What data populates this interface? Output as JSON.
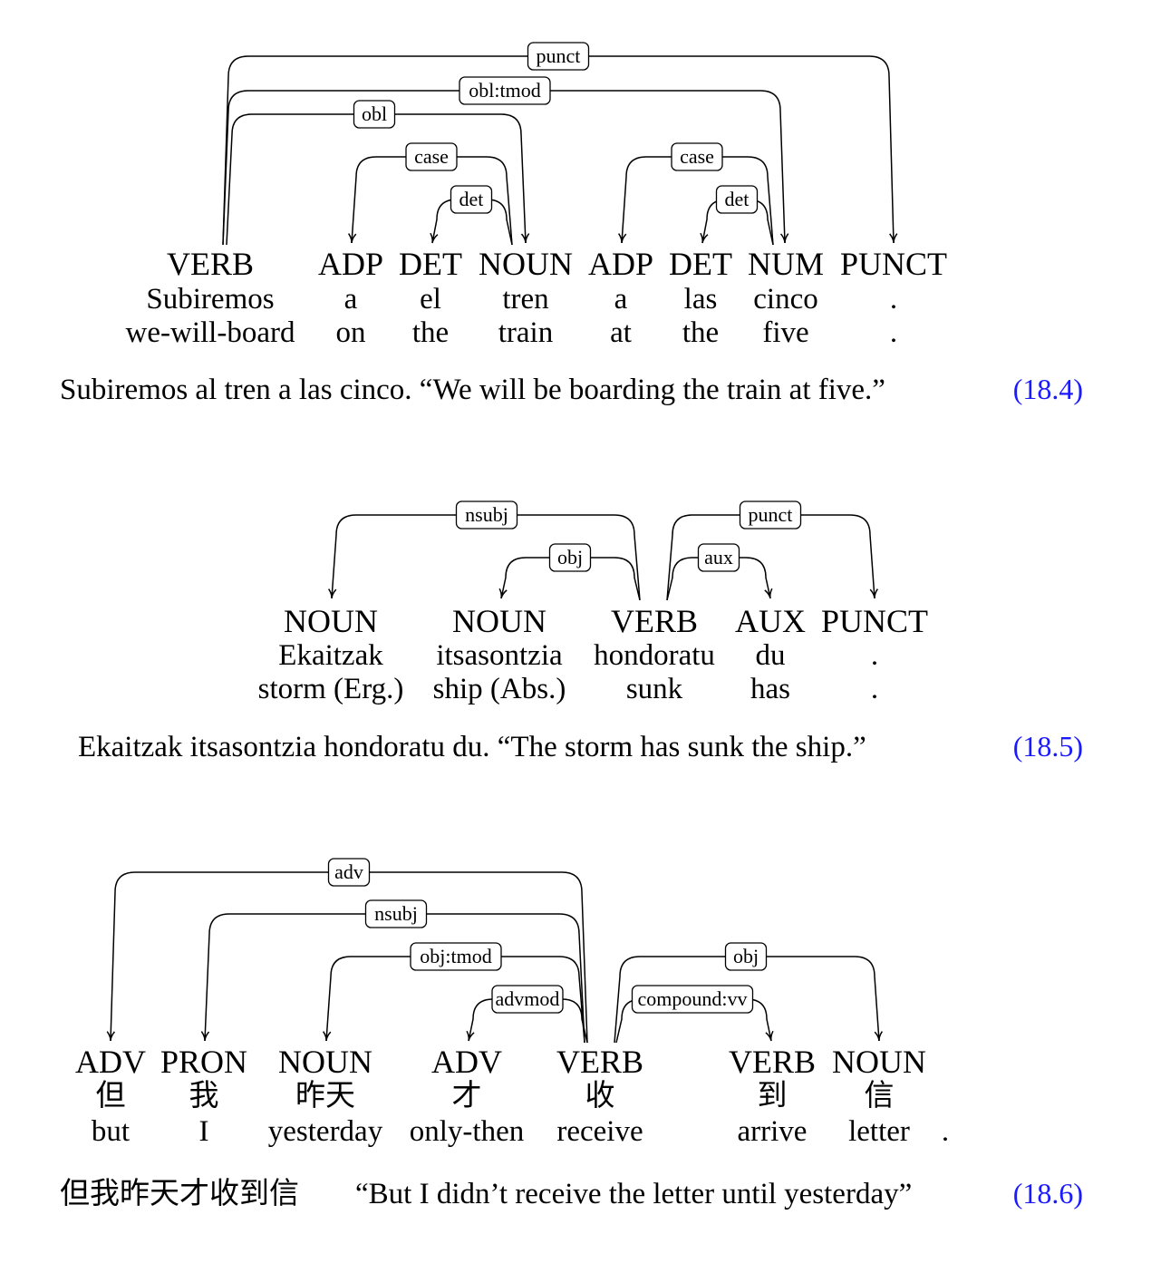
{
  "colors": {
    "text": "#000000",
    "example_number": "#1a1aff"
  },
  "examples": [
    {
      "number": "(18.4)",
      "translation": "Subiremos al tren a las cinco. “We will be boarding the train at five.”",
      "tokens": [
        {
          "pos": "VERB",
          "word": "Subiremos",
          "gloss": "we-will-board"
        },
        {
          "pos": "ADP",
          "word": "a",
          "gloss": "on"
        },
        {
          "pos": "DET",
          "word": "el",
          "gloss": "the"
        },
        {
          "pos": "NOUN",
          "word": "tren",
          "gloss": "train"
        },
        {
          "pos": "ADP",
          "word": "a",
          "gloss": "at"
        },
        {
          "pos": "DET",
          "word": "las",
          "gloss": "the"
        },
        {
          "pos": "NUM",
          "word": "cinco",
          "gloss": "five"
        },
        {
          "pos": "PUNCT",
          "word": ".",
          "gloss": "."
        }
      ],
      "arcs": [
        {
          "label": "punct",
          "head": 0,
          "dep": 7
        },
        {
          "label": "obl:tmod",
          "head": 0,
          "dep": 6
        },
        {
          "label": "obl",
          "head": 0,
          "dep": 3
        },
        {
          "label": "case",
          "head": 3,
          "dep": 1
        },
        {
          "label": "det",
          "head": 3,
          "dep": 2
        },
        {
          "label": "case",
          "head": 6,
          "dep": 4
        },
        {
          "label": "det",
          "head": 6,
          "dep": 5
        }
      ]
    },
    {
      "number": "(18.5)",
      "translation": "Ekaitzak itsasontzia hondoratu du. “The storm has sunk the ship.”",
      "tokens": [
        {
          "pos": "NOUN",
          "word": "Ekaitzak",
          "gloss": "storm (Erg.)"
        },
        {
          "pos": "NOUN",
          "word": "itsasontzia",
          "gloss": "ship (Abs.)"
        },
        {
          "pos": "VERB",
          "word": "hondoratu",
          "gloss": "sunk"
        },
        {
          "pos": "AUX",
          "word": "du",
          "gloss": "has"
        },
        {
          "pos": "PUNCT",
          "word": ".",
          "gloss": "."
        }
      ],
      "arcs": [
        {
          "label": "nsubj",
          "head": 2,
          "dep": 0
        },
        {
          "label": "obj",
          "head": 2,
          "dep": 1
        },
        {
          "label": "punct",
          "head": 2,
          "dep": 4
        },
        {
          "label": "aux",
          "head": 2,
          "dep": 3
        }
      ]
    },
    {
      "number": "(18.6)",
      "translation_native": "但我昨天才收到信",
      "translation": "“But I didn’t receive the letter until yesterday”",
      "tokens": [
        {
          "pos": "ADV",
          "word": "但",
          "gloss": "but"
        },
        {
          "pos": "PRON",
          "word": "我",
          "gloss": "I"
        },
        {
          "pos": "NOUN",
          "word": "昨天",
          "gloss": "yesterday"
        },
        {
          "pos": "ADV",
          "word": "才",
          "gloss": "only-then"
        },
        {
          "pos": "VERB",
          "word": "收",
          "gloss": "receive"
        },
        {
          "pos": "VERB",
          "word": "到",
          "gloss": "arrive"
        },
        {
          "pos": "NOUN",
          "word": "信",
          "gloss": "letter"
        },
        {
          "pos": "",
          "word": "",
          "gloss": "."
        }
      ],
      "arcs": [
        {
          "label": "adv",
          "head": 4,
          "dep": 0
        },
        {
          "label": "nsubj",
          "head": 4,
          "dep": 1
        },
        {
          "label": "obj:tmod",
          "head": 4,
          "dep": 2
        },
        {
          "label": "advmod",
          "head": 4,
          "dep": 3
        },
        {
          "label": "obj",
          "head": 4,
          "dep": 6
        },
        {
          "label": "compound:vv",
          "head": 4,
          "dep": 5
        }
      ]
    }
  ]
}
